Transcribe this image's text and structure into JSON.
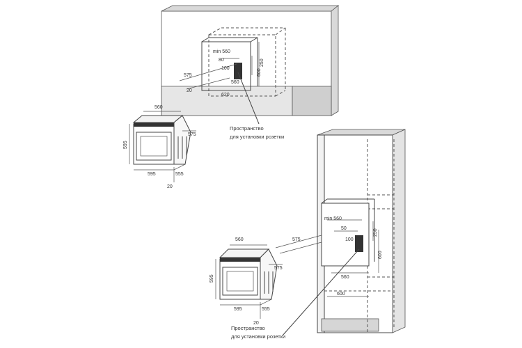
{
  "top_cabinet": {
    "dims": {
      "min560": "min 560",
      "d80": "80",
      "d100": "100",
      "d250": "250",
      "d600": "600",
      "d575": "575",
      "d560": "560",
      "d20": "20",
      "w620": "620"
    },
    "caption_line1": "Пространство",
    "caption_line2": "для установки розетки"
  },
  "top_oven": {
    "dims": {
      "w560": "560",
      "h595": "595",
      "d575": "575",
      "w595": "595",
      "d555": "555",
      "d20": "20"
    }
  },
  "tall_cabinet": {
    "dims": {
      "min560": "min 560",
      "d50": "50",
      "d100": "100",
      "d250": "250",
      "d600": "600",
      "d575": "575",
      "d560": "560",
      "w600": "600"
    },
    "caption_line1": "Пространство",
    "caption_line2": "для установки розетки"
  },
  "bottom_oven": {
    "dims": {
      "w560": "560",
      "h595": "595",
      "d575": "575",
      "w595": "595",
      "d555": "555",
      "d20": "20"
    }
  }
}
